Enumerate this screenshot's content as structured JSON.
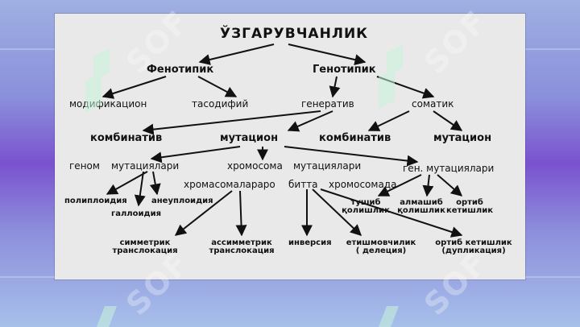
{
  "diagram": {
    "title": "ЎЗГАРУВЧАНЛИК",
    "l1_left": "Фенотипик",
    "l1_right": "Генотипик",
    "l2_mod": "модификацион",
    "l2_tas": "тасодифий",
    "l2_gen": "генератив",
    "l2_som": "соматик",
    "l3_komb_left": "комбинатив",
    "l3_mut_center": "мутацион",
    "l3_komb_right": "комбинатив",
    "l3_mut_right": "мутацион",
    "l4_genom": "геном",
    "l4_mut1": "мутациялари",
    "l4_xrom": "хромосома",
    "l4_mut2": "мутациялари",
    "l4_gen_mut": "ген. мутациялари",
    "l5_poli": "полиплоидия",
    "l5_gal": "галлоидия",
    "l5_aneu": "анеуплоидия",
    "l5_xromara": "хромасомалараро",
    "l5_bitta": "битта",
    "l5_xromada": "хромосомада",
    "l5_tushib_1": "тушиб",
    "l5_tushib_2": "қолишлик",
    "l5_almash_1": "алмашиб",
    "l5_almash_2": "қолишлик",
    "l5_ortib_1": "ортиб",
    "l5_ortib_2": "кетишлик",
    "l6_sim_1": "симметрик",
    "l6_sim_2": "транслокация",
    "l6_asim_1": "ассимметрик",
    "l6_asim_2": "транслокация",
    "l6_inv": "инверсия",
    "l6_etish_1": "етишмовчилик",
    "l6_etish_2": "( делеция)",
    "l6_ortib_1": "ортиб кетишлик",
    "l6_ortib_2": "(дупликация)"
  },
  "watermark": {
    "text": "SOF",
    "color": "#ffffff"
  },
  "colors": {
    "panel": "#e9e9e9",
    "ink": "#111111"
  }
}
